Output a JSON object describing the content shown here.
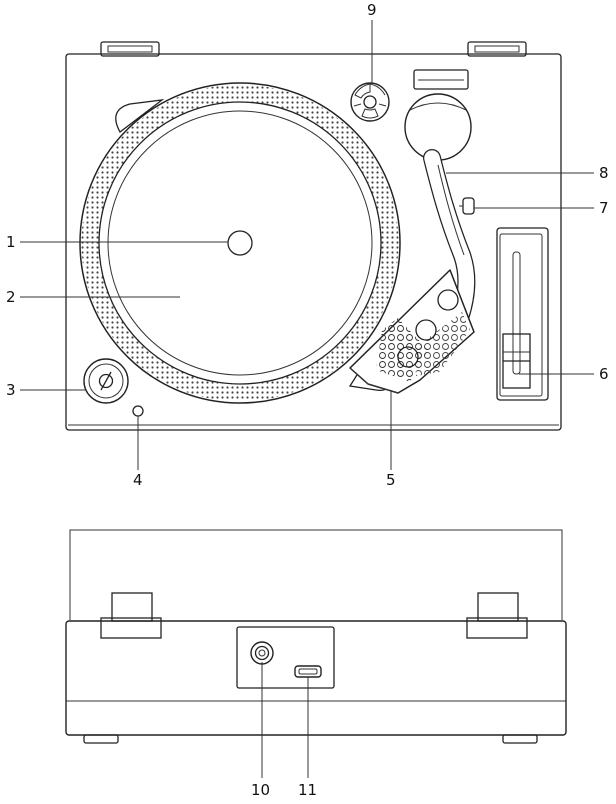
{
  "callouts": [
    {
      "id": "1",
      "label": "1"
    },
    {
      "id": "2",
      "label": "2"
    },
    {
      "id": "3",
      "label": "3"
    },
    {
      "id": "4",
      "label": "4"
    },
    {
      "id": "5",
      "label": "5"
    },
    {
      "id": "6",
      "label": "6"
    },
    {
      "id": "7",
      "label": "7"
    },
    {
      "id": "8",
      "label": "8"
    },
    {
      "id": "9",
      "label": "9"
    },
    {
      "id": "10",
      "label": "10"
    },
    {
      "id": "11",
      "label": "11"
    }
  ],
  "colors": {
    "stroke": "#222222",
    "background": "#ffffff"
  }
}
